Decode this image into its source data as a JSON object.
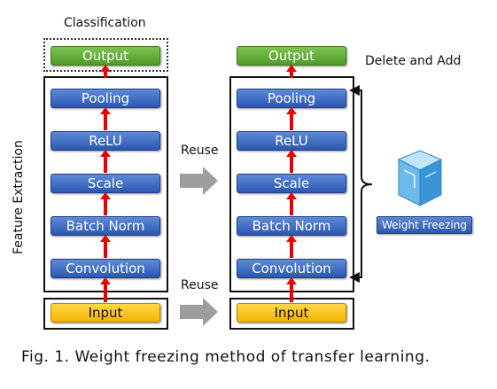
{
  "headers": {
    "classification": "Classification",
    "delete_and_add": "Delete and Add",
    "feature_extraction": "Feature Extraction"
  },
  "left_stack": {
    "output": "Output",
    "pooling": "Pooling",
    "relu": "ReLU",
    "scale": "Scale",
    "batch_norm": "Batch Norm",
    "convolution": "Convolution",
    "input": "Input"
  },
  "right_stack": {
    "output": "Output",
    "pooling": "Pooling",
    "relu": "ReLU",
    "scale": "Scale",
    "batch_norm": "Batch Norm",
    "convolution": "Convolution",
    "input": "Input"
  },
  "reuse_labels": {
    "top": "Reuse",
    "bottom": "Reuse"
  },
  "weight_freezing": "Weight Freezing",
  "caption": "Fig. 1. Weight freezing method of transfer learning.",
  "colors": {
    "block_blue": "#2b57b0",
    "block_green": "#4f9a2a",
    "block_yellow": "#f4b400",
    "arrow_red": "#e60000",
    "reuse_arrow_gray": "#9e9e9e",
    "ice_cube": "#4aa3e0"
  }
}
